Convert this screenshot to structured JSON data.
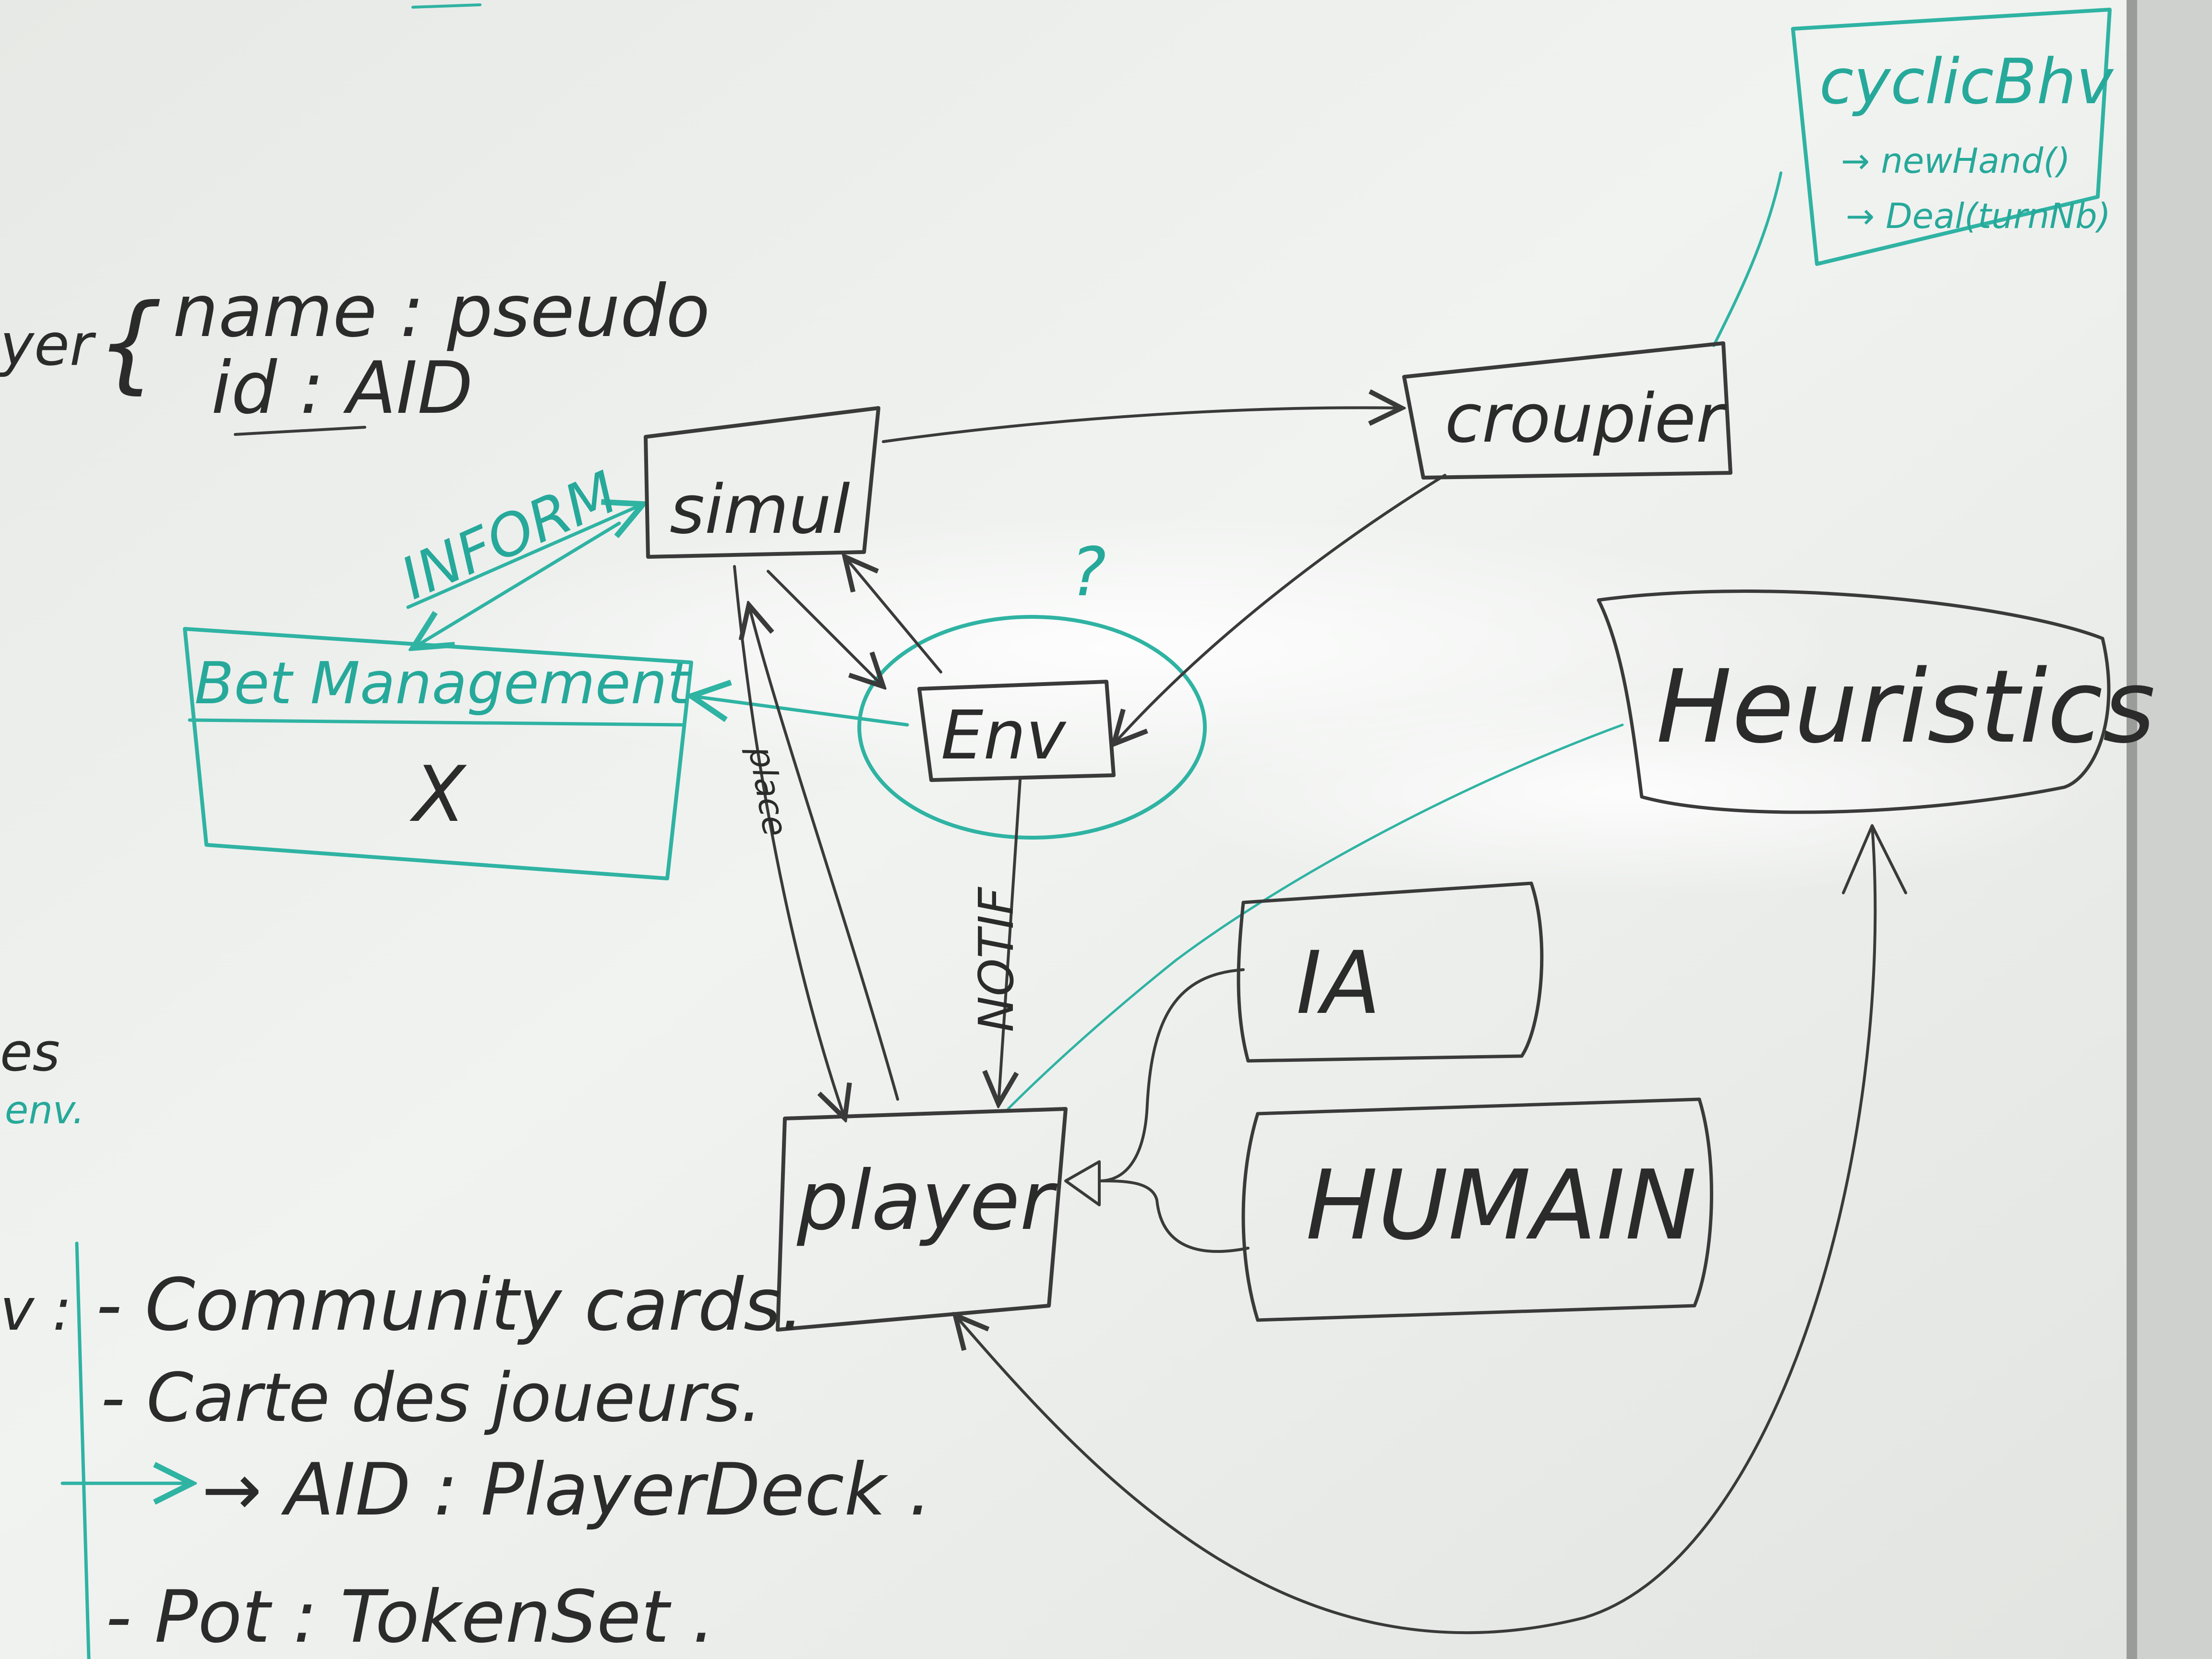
{
  "nodes": {
    "cyclic_behaviour": {
      "title": "cyclicBhv",
      "line1": "→ newHand()",
      "line2": "→ Deal(turnNb)"
    },
    "player_def": {
      "prefix": "yer",
      "line1": "name : pseudo",
      "line2": "id : AID"
    },
    "simul": "simul",
    "croupier": "croupier",
    "env": "Env",
    "bet_management": "Bet Management",
    "bet_mark": "X",
    "heuristics": "Heuristics",
    "ia": "IA",
    "humain": "HUMAIN",
    "player": "player"
  },
  "labels": {
    "inform": "INFORM",
    "question": "?",
    "notif": "NOTIF",
    "place": "place",
    "left_partial_1": "es",
    "left_partial_2": "env."
  },
  "notes": {
    "env_label": "v :",
    "line1": "- Community cards.",
    "line2": "- Carte des joueurs.",
    "line3": "→ AID : PlayerDeck .",
    "line4": "- Pot : TokenSet ."
  },
  "colors": {
    "board": "#eceeeb",
    "ink_black": "#2b2b2b",
    "ink_teal": "#2fb3a3",
    "frame": "#9a9c99"
  }
}
